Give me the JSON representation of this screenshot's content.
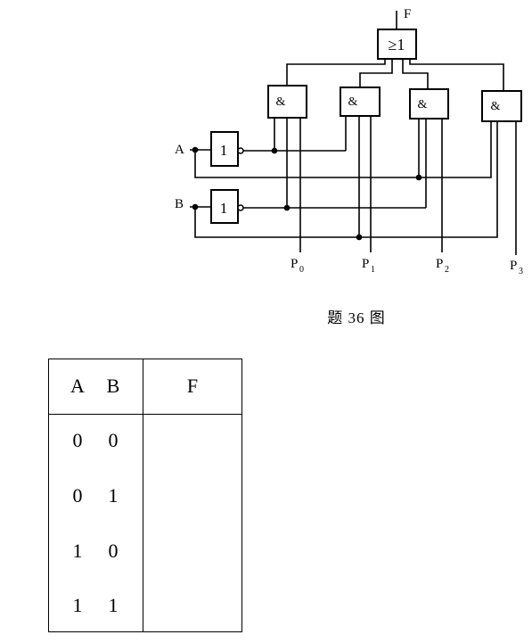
{
  "diagram": {
    "output_label": "F",
    "or_gate_symbol": "≥1",
    "and_gate_symbol": "&",
    "not_gate_symbol": "1",
    "input_labels": [
      "A",
      "B"
    ],
    "p_labels": [
      {
        "main": "P",
        "sub": "0"
      },
      {
        "main": "P",
        "sub": "1"
      },
      {
        "main": "P",
        "sub": "2"
      },
      {
        "main": "P",
        "sub": "3"
      }
    ]
  },
  "caption": "题 36 图",
  "truth_table": {
    "headers": [
      "A",
      "B",
      "F"
    ],
    "rows": [
      [
        "0",
        "0",
        ""
      ],
      [
        "0",
        "1",
        ""
      ],
      [
        "1",
        "0",
        ""
      ],
      [
        "1",
        "1",
        ""
      ]
    ]
  }
}
